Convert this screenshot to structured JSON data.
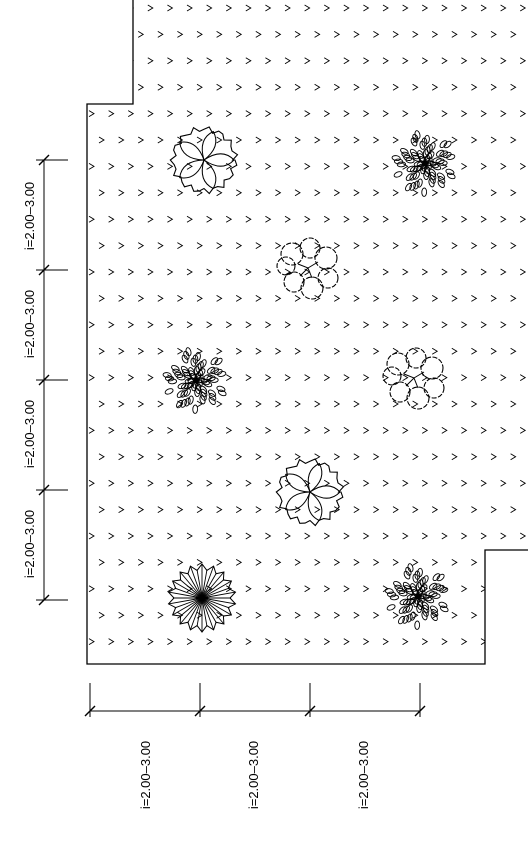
{
  "dimensions": {
    "vertical_spacing_labels": [
      "i=2.00–3.00",
      "i=2.00–3.00",
      "i=2.00–3.00",
      "i=2.00–3.00"
    ],
    "horizontal_spacing_labels": [
      "i=2.00–3.00",
      "i=2.00–3.00",
      "i=2.00–3.00"
    ]
  },
  "trees": [
    {
      "name": "tree-symbol-round-leaf",
      "icon": "tree-round-leaf-icon"
    },
    {
      "name": "tree-symbol-dense",
      "icon": "tree-dense-icon"
    },
    {
      "name": "tree-symbol-cloud",
      "icon": "tree-cloud-icon"
    },
    {
      "name": "tree-symbol-dense",
      "icon": "tree-dense-icon"
    },
    {
      "name": "tree-symbol-cloud",
      "icon": "tree-cloud-icon"
    },
    {
      "name": "tree-symbol-round-leaf",
      "icon": "tree-round-leaf-icon"
    },
    {
      "name": "tree-symbol-star",
      "icon": "tree-star-icon"
    },
    {
      "name": "tree-symbol-dense",
      "icon": "tree-dense-icon"
    }
  ],
  "ground_pattern": {
    "icon": "arrow-hatch-icon",
    "color": "#000000"
  }
}
